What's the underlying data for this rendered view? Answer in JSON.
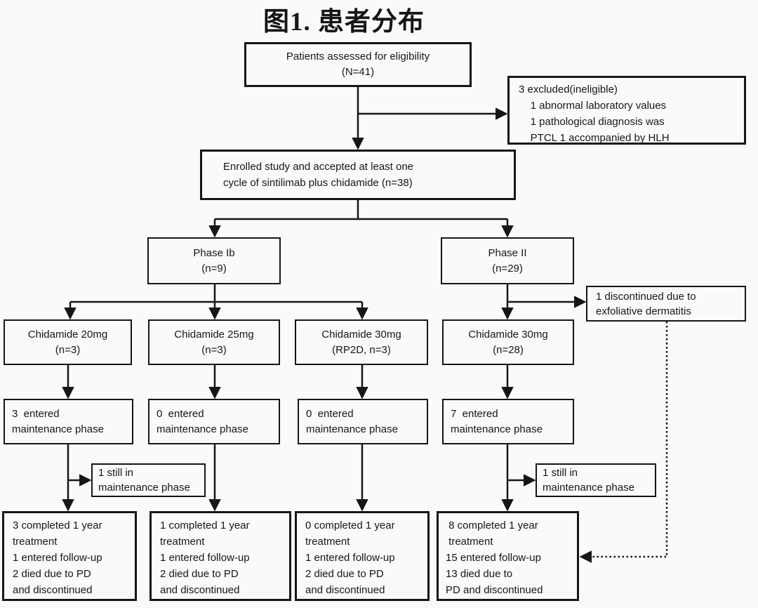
{
  "title": "图1. 患者分布",
  "colors": {
    "ink": "#161616",
    "background": "#fafafa"
  },
  "nodes": {
    "eligibility": {
      "text": "Patients assessed for eligibility\n(N=41)"
    },
    "excluded": {
      "text": "3 excluded(ineligible)\n    1 abnormal laboratory values\n    1 pathological diagnosis was\n    PTCL 1 accompanied by HLH"
    },
    "enrolled": {
      "text": "Enrolled study and accepted at least one\ncycle of sintilimab plus chidamide (n=38)"
    },
    "phase_1b": {
      "text": "Phase Ib\n(n=9)"
    },
    "phase_2": {
      "text": "Phase II\n(n=29)"
    },
    "discontinued": {
      "text": "1 discontinued due to\nexfoliative dermatitis"
    },
    "chidamide_20": {
      "text": "Chidamide 20mg\n(n=3)"
    },
    "chidamide_25": {
      "text": "Chidamide 25mg\n(n=3)"
    },
    "chidamide_30_rp2d": {
      "text": "Chidamide 30mg\n(RP2D, n=3)"
    },
    "chidamide_30": {
      "text": "Chidamide 30mg\n(n=28)"
    },
    "maintenance_20": {
      "text": "3  entered\nmaintenance phase"
    },
    "maintenance_25": {
      "text": "0  entered\nmaintenance phase"
    },
    "maintenance_30_rp2d": {
      "text": "0  entered\nmaintenance phase"
    },
    "maintenance_30": {
      "text": "7  entered\nmaintenance phase"
    },
    "still_in_maintenance_left": {
      "text": "1 still in\nmaintenance phase"
    },
    "still_in_maintenance_right": {
      "text": "1 still in\nmaintenance phase"
    },
    "outcome_20": {
      "text": "3 completed 1 year\ntreatment\n1 entered follow-up\n2 died due to PD\nand discontinued"
    },
    "outcome_25": {
      "text": "1 completed 1 year\ntreatment\n1 entered follow-up\n2 died due to PD\nand discontinued"
    },
    "outcome_30_rp2d": {
      "text": "0 completed 1 year\ntreatment\n1 entered follow-up\n2 died due to PD\nand discontinued"
    },
    "outcome_30": {
      "text": " 8 completed 1 year\n treatment\n15 entered follow-up\n13 died due to\nPD and discontinued"
    }
  }
}
